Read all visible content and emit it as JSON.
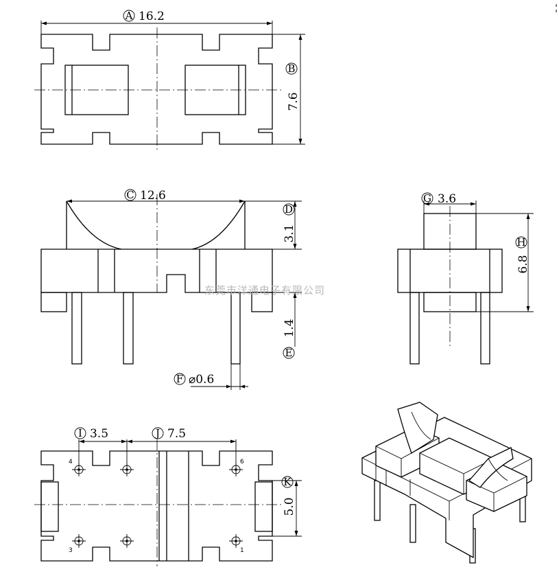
{
  "watermark": "东莞市洋通电子有限公司",
  "dimensions": [
    {
      "key": "A",
      "value": "16.2"
    },
    {
      "key": "B",
      "value": "7.6"
    },
    {
      "key": "C",
      "value": "12.6"
    },
    {
      "key": "D",
      "value": "3.1"
    },
    {
      "key": "E",
      "value": "1.4"
    },
    {
      "key": "F",
      "value": "⌀0.6"
    },
    {
      "key": "G",
      "value": "3.6"
    },
    {
      "key": "H",
      "value": "6.8"
    },
    {
      "key": "I",
      "value": "3.5"
    },
    {
      "key": "J",
      "value": "7.5"
    },
    {
      "key": "K",
      "value": "5.0"
    }
  ],
  "pin_numbers": [
    "4",
    "6",
    "3",
    "1"
  ]
}
